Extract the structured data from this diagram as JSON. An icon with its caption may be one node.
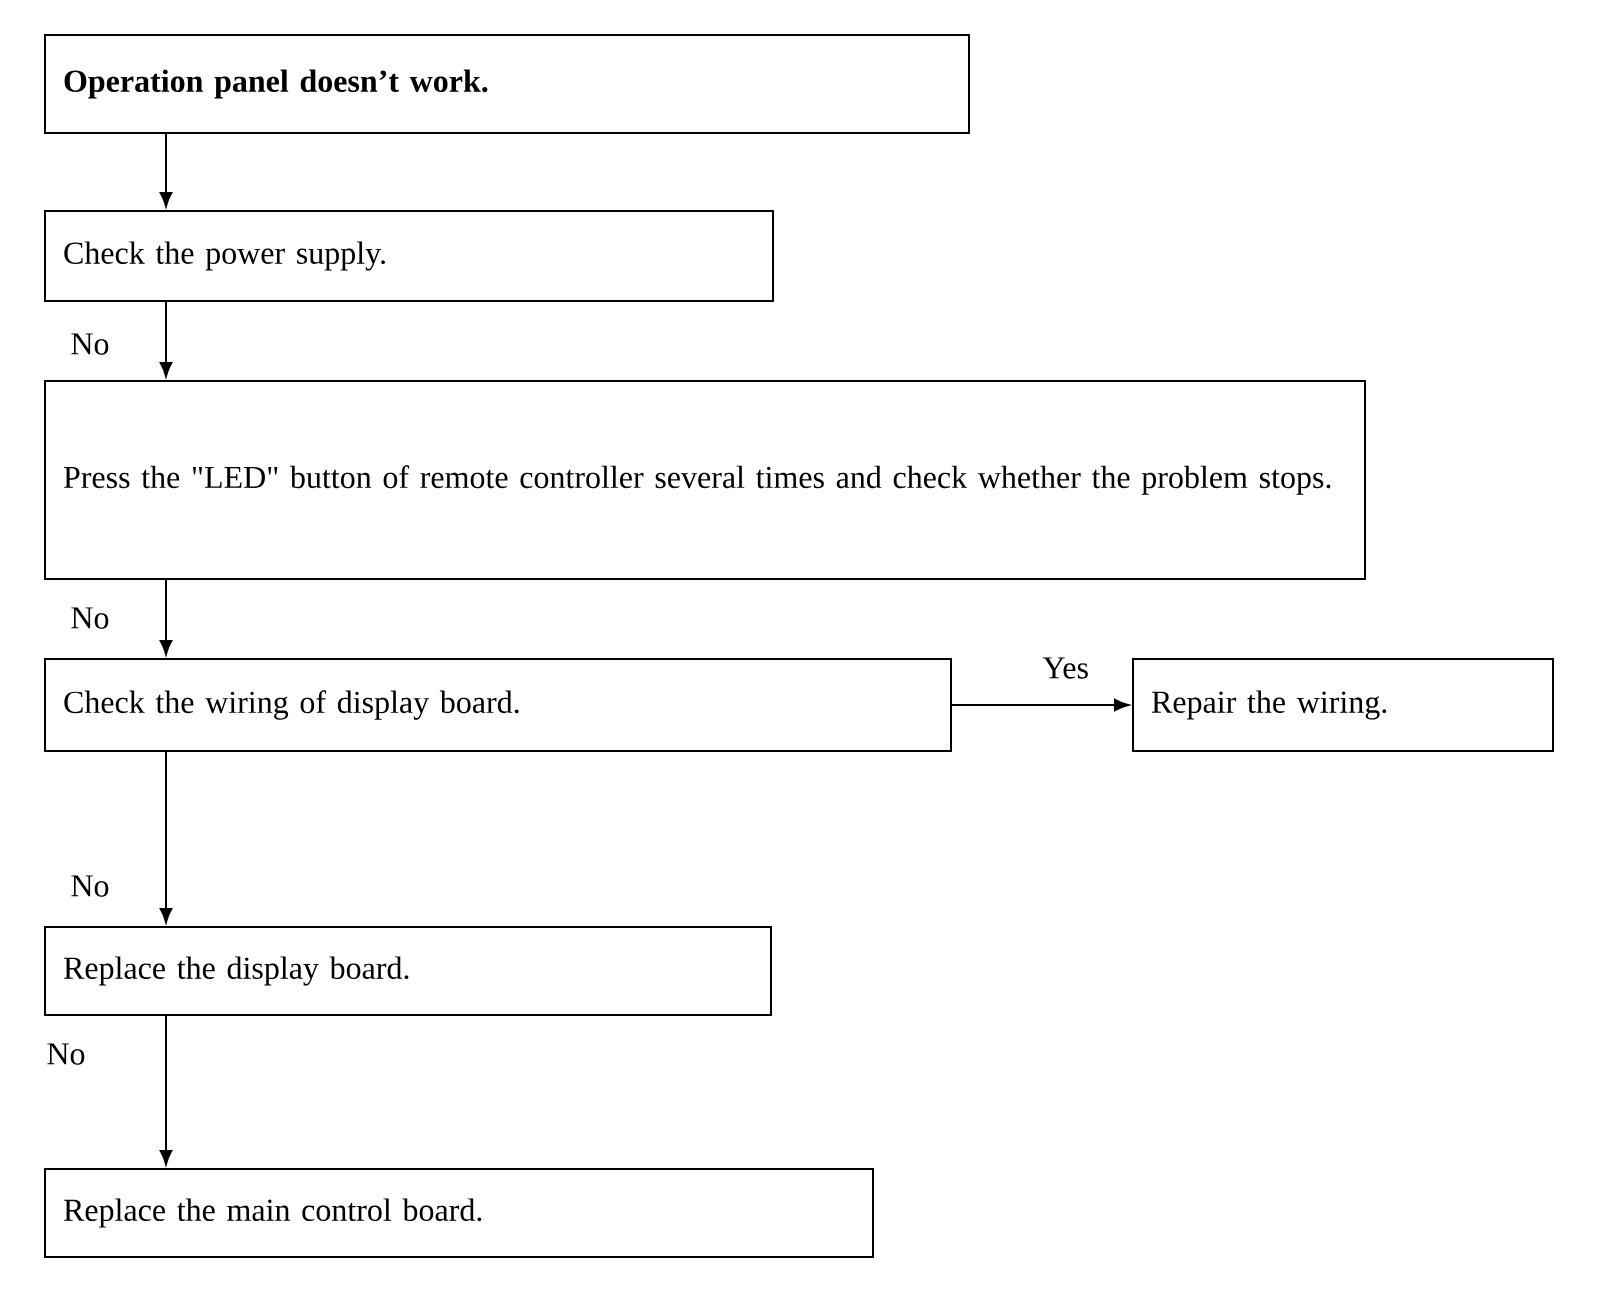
{
  "diagram": {
    "nodes": [
      {
        "text": [
          "Operation panel doesn’t work."
        ]
      },
      {
        "text": [
          "Check the power supply."
        ]
      },
      {
        "text": [
          "Press the \"LED\" button of remote controller several times and check whether the problem stops."
        ]
      },
      {
        "text": [
          "Check the wiring of display board."
        ]
      },
      {
        "text": [
          "Repair the wiring."
        ]
      },
      {
        "text": [
          "Replace the display board."
        ]
      },
      {
        "text": [
          "Replace the main control board."
        ]
      }
    ],
    "edges": [
      {
        "from": 0,
        "to": 1,
        "arrow": "to"
      },
      {
        "from": 1,
        "to": 2,
        "arrow": "to",
        "label": "No"
      },
      {
        "from": 2,
        "to": 3,
        "arrow": "to",
        "label": "No"
      },
      {
        "from": 3,
        "to": 4,
        "arrow": "to",
        "label": "Yes"
      },
      {
        "from": 3,
        "to": 5,
        "arrow": "to",
        "label": "No"
      },
      {
        "from": 5,
        "to": 6,
        "arrow": "to",
        "label": "No"
      }
    ]
  }
}
